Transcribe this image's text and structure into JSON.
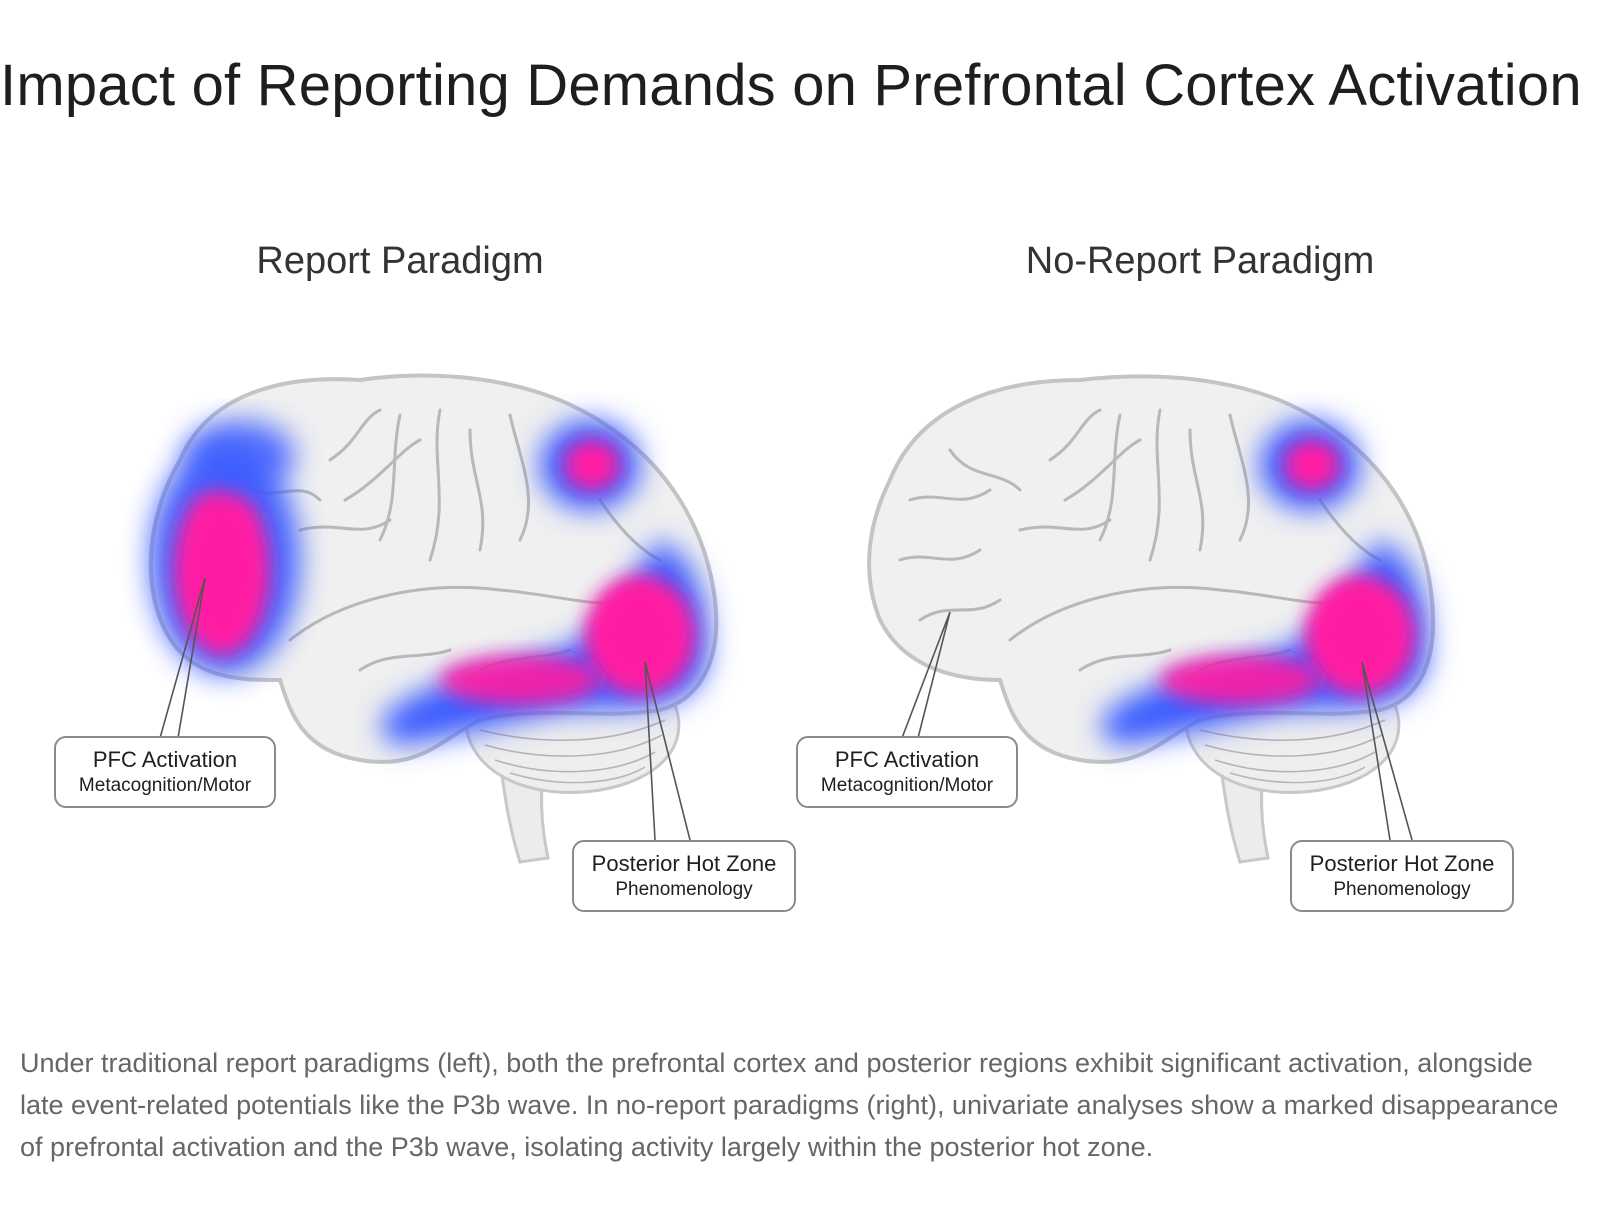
{
  "title": "Impact of Reporting Demands on Prefrontal Cortex Activation",
  "panels": [
    {
      "title": "Report Paradigm",
      "pfc_active": true,
      "pfc_label": "PFC Activation",
      "pfc_sublabel": "Metacognition/Motor",
      "posterior_label": "Posterior Hot Zone",
      "posterior_sublabel": "Phenomenology"
    },
    {
      "title": "No-Report Paradigm",
      "pfc_active": false,
      "pfc_label": "PFC Activation",
      "pfc_sublabel": "Metacognition/Motor",
      "posterior_label": "Posterior Hot Zone",
      "posterior_sublabel": "Phenomenology"
    }
  ],
  "colors": {
    "activation_core": "#ff1aa3",
    "activation_edge": "#3b5bff",
    "brain_fill": "#f0f0f0",
    "brain_stroke": "#c4c4c4"
  },
  "caption": "Under traditional report paradigms (left), both the prefrontal cortex and posterior regions exhibit significant activation, alongside late event-related potentials like the P3b wave. In no-report paradigms (right), univariate analyses show a marked disappearance of prefrontal activation and the P3b wave, isolating activity largely within the posterior hot zone."
}
